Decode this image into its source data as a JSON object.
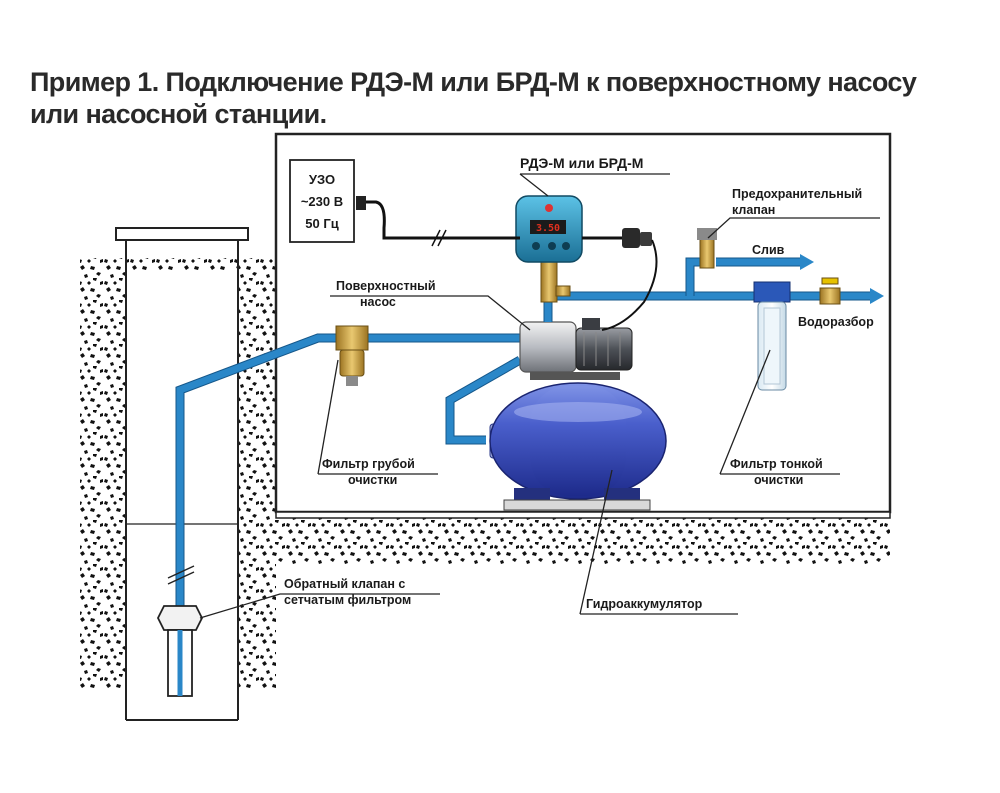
{
  "title": {
    "line1": "Пример 1. Подключение РДЭ-М или БРД-М к поверхностному насосу",
    "line2": "или насосной станции."
  },
  "labels": {
    "uzo": [
      "УЗО",
      "~230 В",
      "50 Гц"
    ],
    "controller": "РДЭ-М или БРД-М",
    "display_value": "3.50",
    "safety_valve": [
      "Предохранительный",
      "клапан"
    ],
    "drain": "Слив",
    "tap": "Водоразбор",
    "surface_pump": [
      "Поверхностный",
      "насос"
    ],
    "coarse_filter": [
      "Фильтр грубой",
      "очистки"
    ],
    "fine_filter": [
      "Фильтр тонкой",
      "очистки"
    ],
    "check_valve": [
      "Обратный клапан с",
      "сетчатым фильтром"
    ],
    "accumulator": "Гидроаккумулятор"
  },
  "colors": {
    "water_pipe": "#2a87c8",
    "tank": "#3a4fb8",
    "controller": "#2b8fb8",
    "brass": "#c9a24a",
    "display": "#e0301e"
  }
}
